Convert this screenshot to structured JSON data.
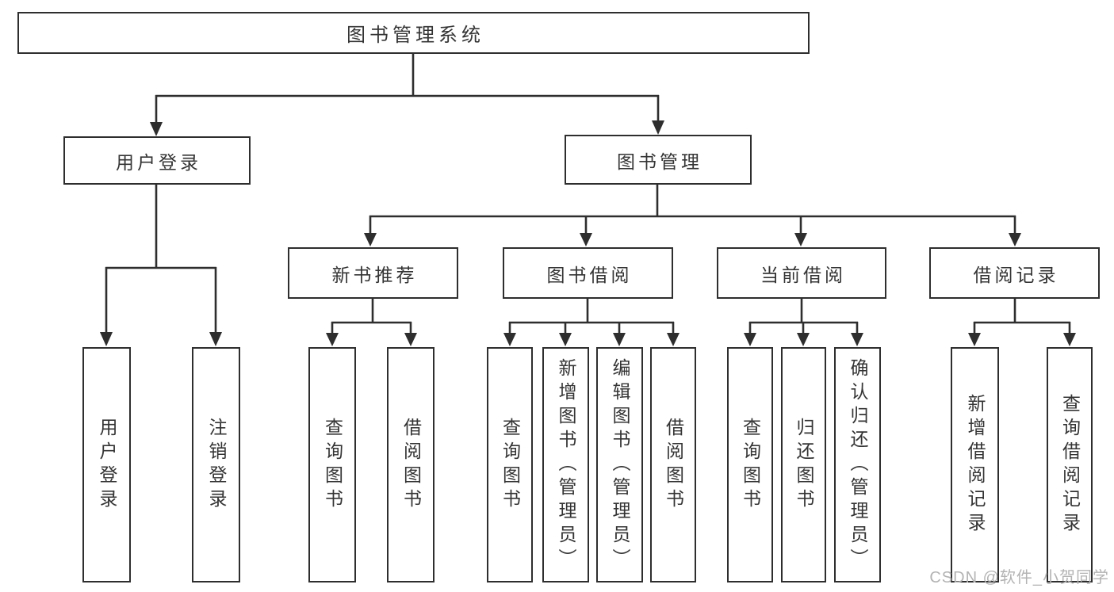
{
  "diagram_type": "hierarchy-tree",
  "tree": {
    "label": "图书管理系统",
    "children": [
      {
        "label": "用户登录",
        "children": [
          {
            "label": "用户登录"
          },
          {
            "label": "注销登录"
          }
        ]
      },
      {
        "label": "图书管理",
        "children": [
          {
            "label": "新书推荐",
            "children": [
              {
                "label": "查询图书"
              },
              {
                "label": "借阅图书"
              }
            ]
          },
          {
            "label": "图书借阅",
            "children": [
              {
                "label": "查询图书"
              },
              {
                "label": "新增图书（管理员）"
              },
              {
                "label": "编辑图书（管理员）"
              },
              {
                "label": "借阅图书"
              }
            ]
          },
          {
            "label": "当前借阅",
            "children": [
              {
                "label": "查询图书"
              },
              {
                "label": "归还图书"
              },
              {
                "label": "确认归还（管理员）"
              }
            ]
          },
          {
            "label": "借阅记录",
            "children": [
              {
                "label": "新增借阅记录"
              },
              {
                "label": "查询借阅记录"
              }
            ]
          }
        ]
      }
    ]
  },
  "watermark": {
    "text": "CSDN @软件_小贺同学"
  },
  "colors": {
    "line": "#2e2e2e",
    "box_border": "#2e2e2e",
    "box_fill": "#ffffff",
    "text": "#343434",
    "watermark": "#b3b3b3",
    "background": "#ffffff"
  }
}
